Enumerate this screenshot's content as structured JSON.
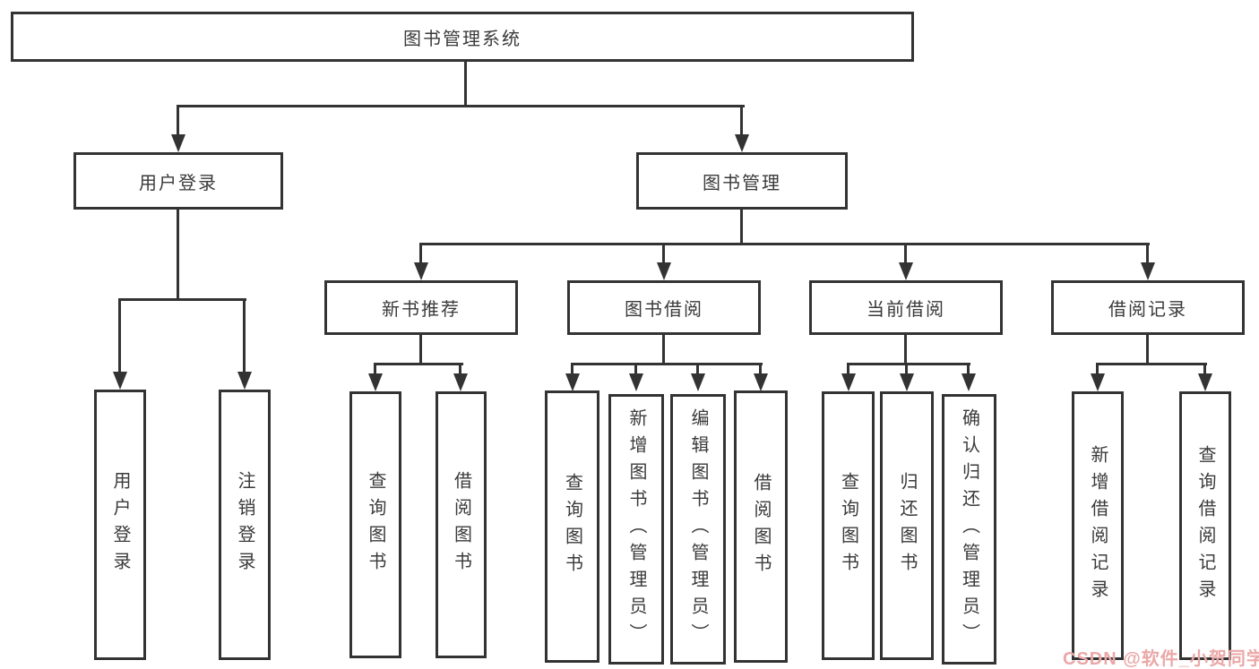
{
  "tree": {
    "label": "图书管理系统",
    "children": [
      {
        "label": "用户登录",
        "children": [
          {
            "label": "用户登录"
          },
          {
            "label": "注销登录"
          }
        ]
      },
      {
        "label": "图书管理",
        "children": [
          {
            "label": "新书推荐",
            "children": [
              {
                "label": "查询图书"
              },
              {
                "label": "借阅图书"
              }
            ]
          },
          {
            "label": "图书借阅",
            "children": [
              {
                "label": "查询图书"
              },
              {
                "label": "新增图书（管理员）"
              },
              {
                "label": "编辑图书（管理员）"
              },
              {
                "label": "借阅图书"
              }
            ]
          },
          {
            "label": "当前借阅",
            "children": [
              {
                "label": "查询图书"
              },
              {
                "label": "归还图书"
              },
              {
                "label": "确认归还（管理员）"
              }
            ]
          },
          {
            "label": "借阅记录",
            "children": [
              {
                "label": "新增借阅记录"
              },
              {
                "label": "查询借阅记录"
              }
            ]
          }
        ]
      }
    ]
  },
  "watermark": {
    "text": "CSDN @软件_小贺同学",
    "color": "#eba8a8"
  },
  "colors": {
    "line": "#333333",
    "text": "#3a3a3a",
    "background": "#ffffff"
  }
}
